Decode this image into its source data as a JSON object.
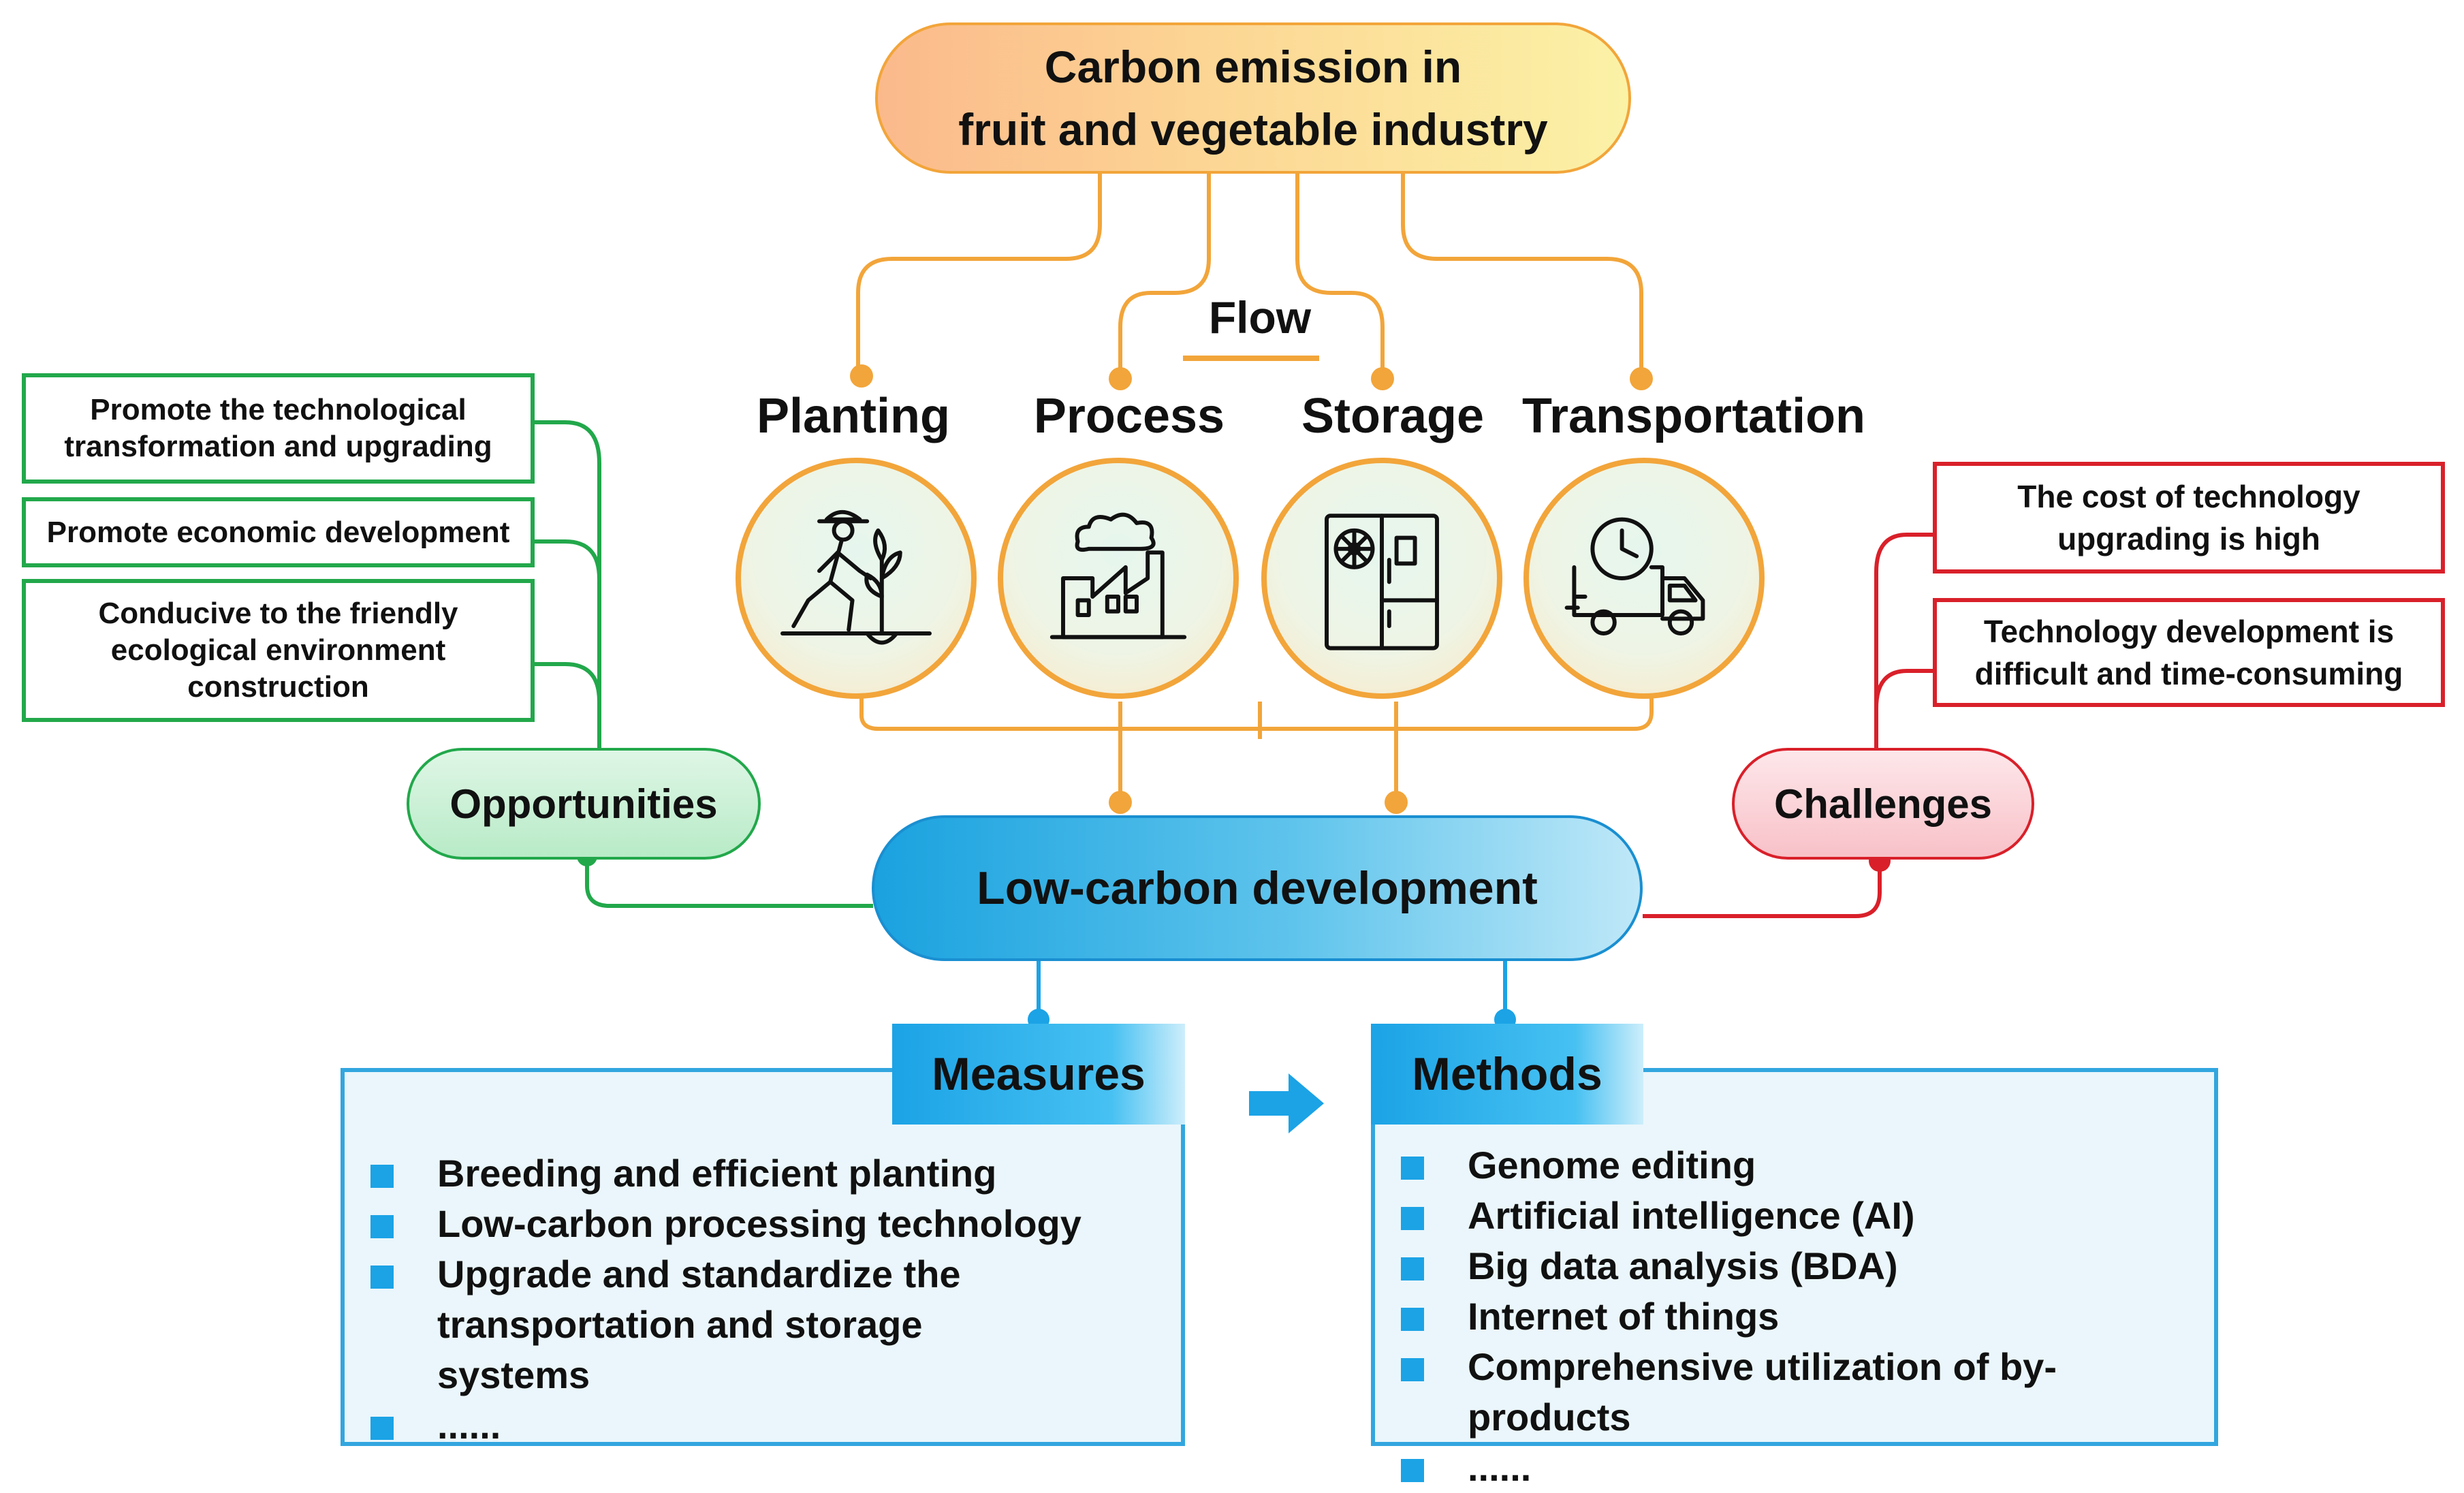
{
  "title": {
    "line1": "Carbon emission in",
    "line2": "fruit and vegetable industry"
  },
  "flow": {
    "label": "Flow",
    "stages": [
      {
        "label": "Planting",
        "icon": "farmer-planting-icon"
      },
      {
        "label": "Process",
        "icon": "factory-icon"
      },
      {
        "label": "Storage",
        "icon": "refrigerator-icon"
      },
      {
        "label": "Transportation",
        "icon": "delivery-truck-clock-icon"
      }
    ]
  },
  "center": {
    "label": "Low-carbon development"
  },
  "opportunities": {
    "label": "Opportunities",
    "items": [
      "Promote the technological transformation and upgrading",
      "Promote economic development",
      "Conducive to the friendly ecological environment construction"
    ]
  },
  "challenges": {
    "label": "Challenges",
    "items": [
      "The cost of technology upgrading is high",
      "Technology development is difficult and time-consuming"
    ]
  },
  "measures": {
    "label": "Measures",
    "items": [
      "Breeding and efficient planting",
      "Low-carbon processing technology",
      "Upgrade and standardize the transportation and storage systems",
      "......"
    ]
  },
  "methods": {
    "label": "Methods",
    "items": [
      "Genome editing",
      "Artificial intelligence (AI)",
      "Big data analysis (BDA)",
      "Internet of things",
      "Comprehensive utilization of by-products",
      "......"
    ]
  },
  "colors": {
    "orange": "#f2a53a",
    "green": "#22a84b",
    "red": "#d9202a",
    "blue": "#1ba3e6"
  }
}
